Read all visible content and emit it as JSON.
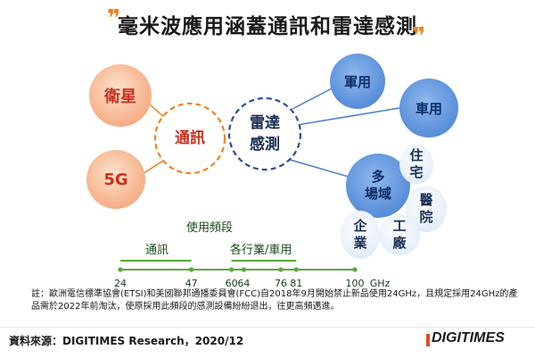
{
  "title": "毫米波應用涵蓋通訊和雷達感測",
  "quote_left": "❞",
  "quote_right": "❞",
  "nodes": {
    "satellite": "衛星",
    "five_g": "5G",
    "comm_hub": "通訊",
    "radar_hub_line1": "雷達",
    "radar_hub_line2": "感測",
    "military": "軍用",
    "vehicle": "車用",
    "multi_line1": "多",
    "multi_line2": "場域",
    "residential_line1": "住",
    "residential_line2": "宅",
    "medical_line1": "醫",
    "medical_line2": "院",
    "enterprise_line1": "企",
    "enterprise_line2": "業",
    "factory_line1": "工",
    "factory_line2": "廠"
  },
  "colors": {
    "orange_dash": "#f0821e",
    "blue_dash": "#2f4d8f",
    "axis_green": "#5aa83a"
  },
  "chart_data": {
    "type": "number-line",
    "title": "使用頻段",
    "ranges": [
      {
        "label": "通訊",
        "from": 24,
        "to": 47
      },
      {
        "label": "各行業/車用",
        "from": 60,
        "to": 81
      }
    ],
    "ticks": [
      24,
      47,
      60,
      64,
      76,
      81,
      100
    ],
    "unit": "GHz",
    "axis_range": [
      24,
      100
    ]
  },
  "note": "註：歐洲電信標準協會(ETSI)和美國聯邦通播委員會(FCC)自2018年9月開始禁止新品使用24GHz，且規定採用24GHz的產品需於2022年前淘汰，使原採用此頻段的感測設備紛紛退出，往更高頻邁進。",
  "source": "資料來源：DIGITIMES Research，2020/12",
  "logo": "DIGITIMES"
}
